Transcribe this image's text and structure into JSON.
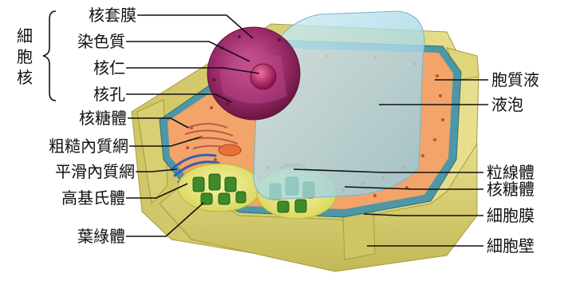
{
  "group_label": [
    "細",
    "胞",
    "核"
  ],
  "labels_left": [
    "核套膜",
    "染色質",
    "核仁",
    "核孔",
    "核糖體",
    "粗糙內質網",
    "平滑內質網",
    "高基氏體",
    "葉綠體"
  ],
  "labels_right": [
    "胞質液",
    "液泡",
    "粒線體",
    "核糖體",
    "細胞膜",
    "細胞壁"
  ],
  "colors": {
    "wall": "#d6cc6e",
    "wall_dark": "#b2a845",
    "wall_light": "#ece49a",
    "cytoplasm": "#f2a46a",
    "membrane_teal": "#4e97a6",
    "vacuole": "#a9d8e6",
    "nucleus": "#9e2d6b",
    "nucleolus": "#c1246a",
    "chloroplast": "#e9eb7a",
    "granum": "#3c8a2a",
    "leader": "#111111"
  }
}
